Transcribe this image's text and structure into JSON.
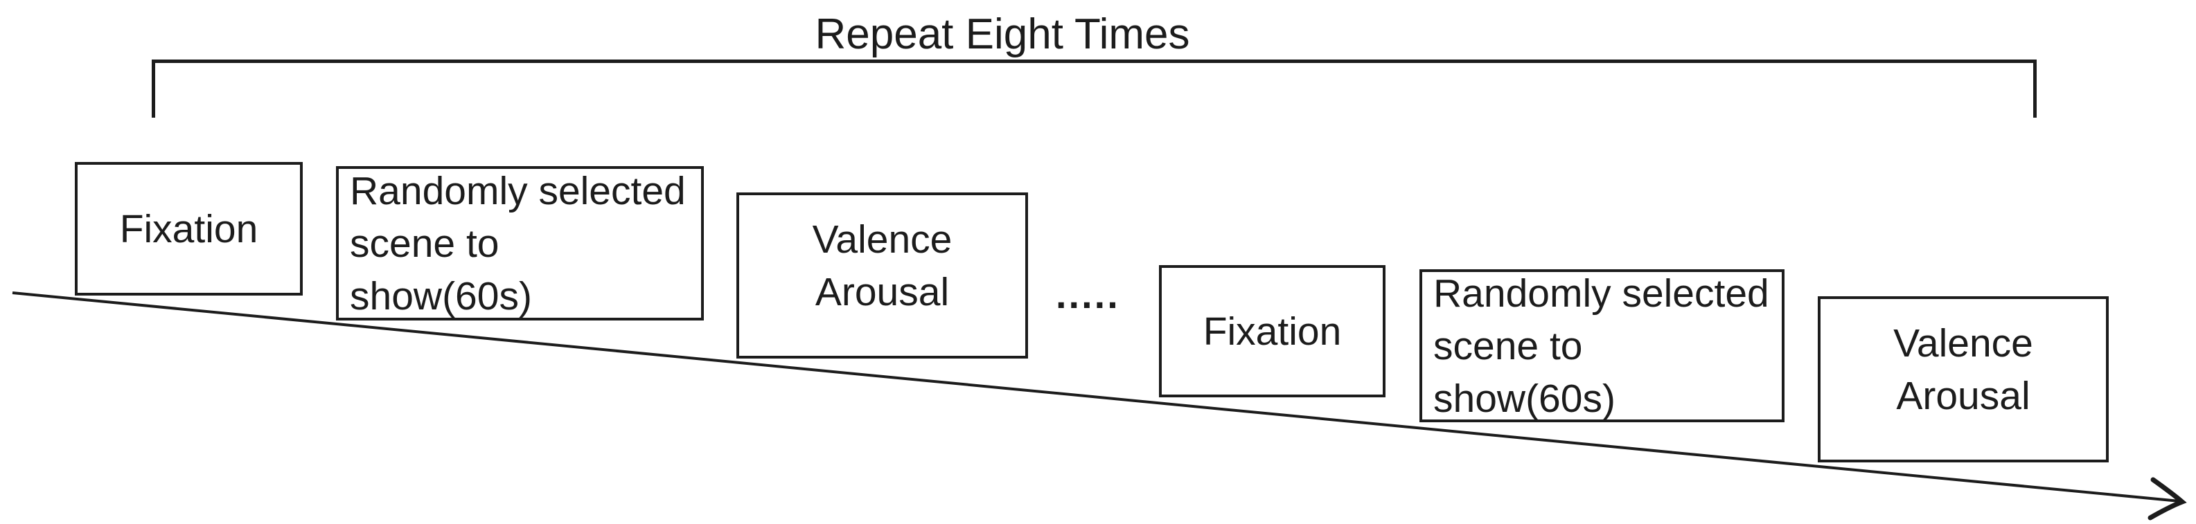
{
  "diagram": {
    "title": "Repeat Eight Times",
    "ellipsis": ".....",
    "boxes": [
      {
        "id": "fixation-1",
        "label": "Fixation"
      },
      {
        "id": "scene-1",
        "label": "Randomly selected\nscene to  show(60s)"
      },
      {
        "id": "valence-1",
        "label": "Valence\nArousal"
      },
      {
        "id": "fixation-2",
        "label": "Fixation"
      },
      {
        "id": "scene-2",
        "label": "Randomly selected\nscene to  show(60s)"
      },
      {
        "id": "valence-2",
        "label": "Valence\nArousal"
      }
    ],
    "colors": {
      "ink": "#1c1c1c",
      "background": "#ffffff"
    }
  }
}
